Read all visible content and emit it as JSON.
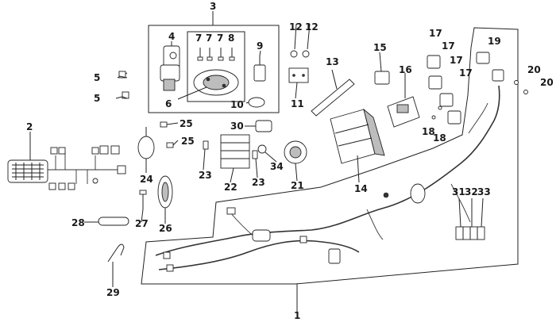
{
  "parts": [
    {
      "id": "p1",
      "label": "1"
    },
    {
      "id": "p2",
      "label": "2"
    },
    {
      "id": "p3",
      "label": "3"
    },
    {
      "id": "p4",
      "label": "4"
    },
    {
      "id": "p5a",
      "label": "5"
    },
    {
      "id": "p5b",
      "label": "5"
    },
    {
      "id": "p6",
      "label": "6"
    },
    {
      "id": "p7a",
      "label": "7"
    },
    {
      "id": "p7b",
      "label": "7"
    },
    {
      "id": "p7c",
      "label": "7"
    },
    {
      "id": "p8",
      "label": "8"
    },
    {
      "id": "p9",
      "label": "9"
    },
    {
      "id": "p10",
      "label": "10"
    },
    {
      "id": "p11",
      "label": "11"
    },
    {
      "id": "p12a",
      "label": "12"
    },
    {
      "id": "p12b",
      "label": "12"
    },
    {
      "id": "p13",
      "label": "13"
    },
    {
      "id": "p14",
      "label": "14"
    },
    {
      "id": "p15",
      "label": "15"
    },
    {
      "id": "p16",
      "label": "16"
    },
    {
      "id": "p17a",
      "label": "17"
    },
    {
      "id": "p17b",
      "label": "17"
    },
    {
      "id": "p17c",
      "label": "17"
    },
    {
      "id": "p17d",
      "label": "17"
    },
    {
      "id": "p18a",
      "label": "18"
    },
    {
      "id": "p18b",
      "label": "18"
    },
    {
      "id": "p19",
      "label": "19"
    },
    {
      "id": "p20a",
      "label": "20"
    },
    {
      "id": "p20b",
      "label": "20"
    },
    {
      "id": "p21",
      "label": "21"
    },
    {
      "id": "p22",
      "label": "22"
    },
    {
      "id": "p23a",
      "label": "23"
    },
    {
      "id": "p23b",
      "label": "23"
    },
    {
      "id": "p24",
      "label": "24"
    },
    {
      "id": "p25a",
      "label": "25"
    },
    {
      "id": "p25b",
      "label": "25"
    },
    {
      "id": "p26",
      "label": "26"
    },
    {
      "id": "p27",
      "label": "27"
    },
    {
      "id": "p28",
      "label": "28"
    },
    {
      "id": "p29",
      "label": "29"
    },
    {
      "id": "p30",
      "label": "30"
    },
    {
      "id": "p31",
      "label": "31"
    },
    {
      "id": "p32",
      "label": "32"
    },
    {
      "id": "p33",
      "label": "33"
    },
    {
      "id": "p34",
      "label": "34"
    }
  ]
}
